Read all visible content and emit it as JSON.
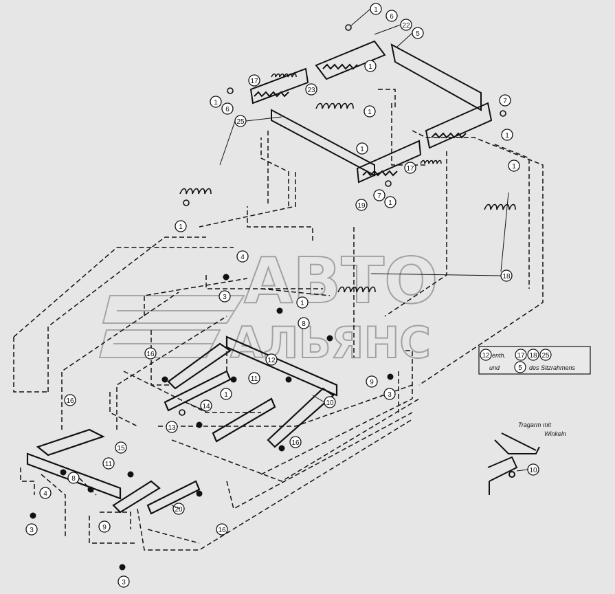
{
  "watermark": {
    "line1": "АВТО",
    "line2": "АЛЬЯНС"
  },
  "callouts": [
    {
      "id": "c1",
      "n": "1"
    },
    {
      "id": "c2",
      "n": "6"
    },
    {
      "id": "c3",
      "n": "22"
    },
    {
      "id": "c4",
      "n": "5"
    },
    {
      "id": "c5",
      "n": "1"
    },
    {
      "id": "c6",
      "n": "17"
    },
    {
      "id": "c7",
      "n": "23"
    },
    {
      "id": "c8",
      "n": "1"
    },
    {
      "id": "c9",
      "n": "6"
    },
    {
      "id": "c10",
      "n": "1"
    },
    {
      "id": "c11",
      "n": "25"
    },
    {
      "id": "c12",
      "n": "7"
    },
    {
      "id": "c13",
      "n": "1"
    },
    {
      "id": "c14",
      "n": "1"
    },
    {
      "id": "c15",
      "n": "17"
    },
    {
      "id": "c16",
      "n": "1"
    },
    {
      "id": "c17",
      "n": "7"
    },
    {
      "id": "c18",
      "n": "1"
    },
    {
      "id": "c19",
      "n": "19"
    },
    {
      "id": "c20",
      "n": "1"
    },
    {
      "id": "c21",
      "n": "18"
    },
    {
      "id": "c22",
      "n": "4"
    },
    {
      "id": "c23",
      "n": "3"
    },
    {
      "id": "c24",
      "n": "1"
    },
    {
      "id": "c25",
      "n": "8"
    },
    {
      "id": "c26",
      "n": "16"
    },
    {
      "id": "c27",
      "n": "12"
    },
    {
      "id": "c28",
      "n": "11"
    },
    {
      "id": "c29",
      "n": "1"
    },
    {
      "id": "c30",
      "n": "14"
    },
    {
      "id": "c31",
      "n": "10"
    },
    {
      "id": "c32",
      "n": "13"
    },
    {
      "id": "c33",
      "n": "16"
    },
    {
      "id": "c34",
      "n": "9"
    },
    {
      "id": "c35",
      "n": "3"
    },
    {
      "id": "c36",
      "n": "16"
    },
    {
      "id": "c37",
      "n": "15"
    },
    {
      "id": "c38",
      "n": "11"
    },
    {
      "id": "c39",
      "n": "8"
    },
    {
      "id": "c40",
      "n": "4"
    },
    {
      "id": "c41",
      "n": "3"
    },
    {
      "id": "c42",
      "n": "20"
    },
    {
      "id": "c43",
      "n": "16"
    },
    {
      "id": "c44",
      "n": "9"
    },
    {
      "id": "c45",
      "n": "3"
    },
    {
      "id": "c46",
      "n": "10"
    }
  ],
  "legend": {
    "row1_prefix": "12",
    "row1_text": "enth.",
    "row1_refs": [
      "17",
      "18",
      "25"
    ],
    "row2_prefix": "und",
    "row2_ref": "5",
    "row2_text": "des Sitzrahmens"
  },
  "inset": {
    "line1": "Tragarm mit",
    "line2": "Winkeln",
    "callout": "10"
  }
}
